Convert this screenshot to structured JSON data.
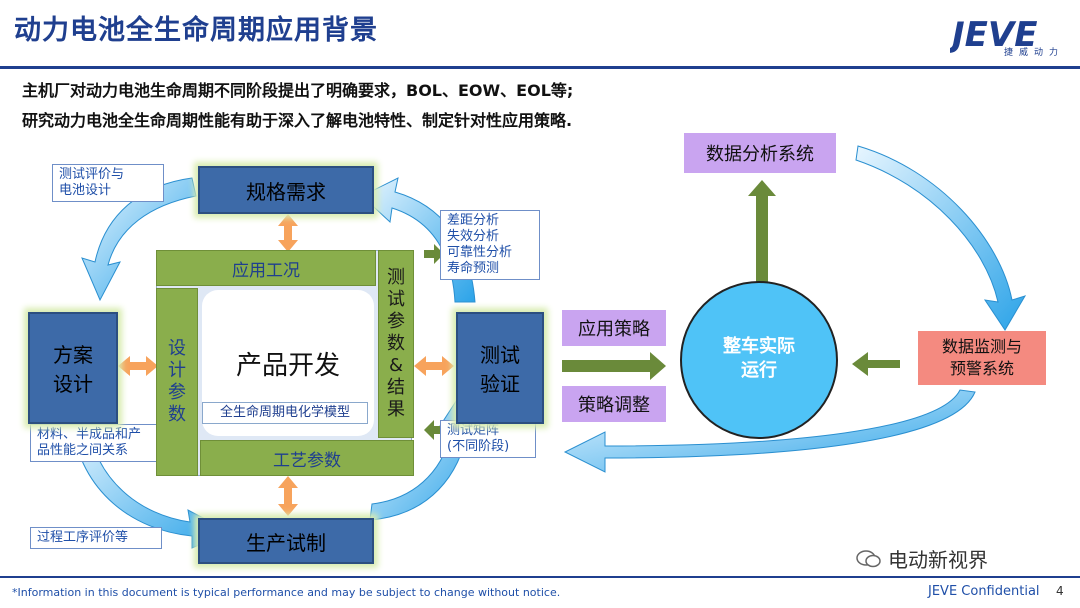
{
  "header": {
    "title": "动力电池全生命周期应用背景",
    "logo_text": "JEVE",
    "logo_sub": "捷威动力"
  },
  "bullets": [
    "主机厂对动力电池生命周期不同阶段提出了明确要求，BOL、EOW、EOL等;",
    "研究动力电池全生命周期性能有助于深入了解电池特性、制定针对性应用策略."
  ],
  "cycle": {
    "spec": "规格需求",
    "design": [
      "方案",
      "设计"
    ],
    "verify": [
      "测试",
      "验证"
    ],
    "production": "生产试制",
    "center": "产品开发",
    "model_label": "全生命周期电化学模型",
    "top_bar": "应用工况",
    "bottom_bar": "工艺参数",
    "left_bar": [
      "设",
      "计",
      "参",
      "数"
    ],
    "right_bar": [
      "测",
      "试",
      "参",
      "数",
      "&",
      "结",
      "果"
    ]
  },
  "notes": {
    "test_eval": [
      "测试评价与",
      "电池设计"
    ],
    "analysis": [
      "差距分析",
      "失效分析",
      "可靠性分析",
      "寿命预测"
    ],
    "material": [
      "材料、半成品和产",
      "品性能之间关系"
    ],
    "test_matrix": [
      "测试矩阵",
      "(不同阶段)"
    ],
    "process": "过程工序评价等"
  },
  "right_side": {
    "data_analysis": "数据分析系统",
    "strategy_apply": "应用策略",
    "strategy_adjust": "策略调整",
    "vehicle": [
      "整车实际",
      "运行"
    ],
    "monitor": [
      "数据监测与",
      "预警系统"
    ]
  },
  "footer": {
    "disclaimer": "*Information in this document is typical performance and may be subject to change without notice.",
    "confidential": "JEVE Confidential",
    "page": "4",
    "watermark": "电动新视界"
  },
  "colors": {
    "primary_blue": "#1f3f8f",
    "box_blue": "#3d6aa8",
    "green": "#8aae4c",
    "purple": "#c9a4f0",
    "circle": "#4fc3f7",
    "salmon": "#f48a80",
    "olive_arrow": "#6a8a3a",
    "orange": "#f7a35c"
  }
}
